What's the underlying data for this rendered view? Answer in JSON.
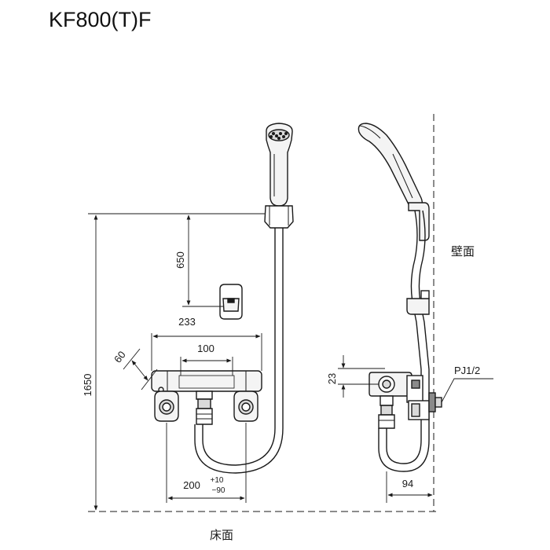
{
  "title": "KF800(T)F",
  "dimensions": {
    "total_height": "1650",
    "hook_height": "650",
    "body_width": "233",
    "center_width": "100",
    "angle": "60",
    "inlet_spacing": "200",
    "tol_plus": "+10",
    "tol_minus": "−90",
    "side_height": "23",
    "side_depth": "94"
  },
  "labels": {
    "wall": "壁面",
    "floor": "床面",
    "pipe": "PJ1/2"
  },
  "colors": {
    "line": "#1a1a1a",
    "fill_light": "#f4f4f4",
    "fill_mid": "#d9d9d9",
    "fill_dark": "#8a8a8a"
  }
}
